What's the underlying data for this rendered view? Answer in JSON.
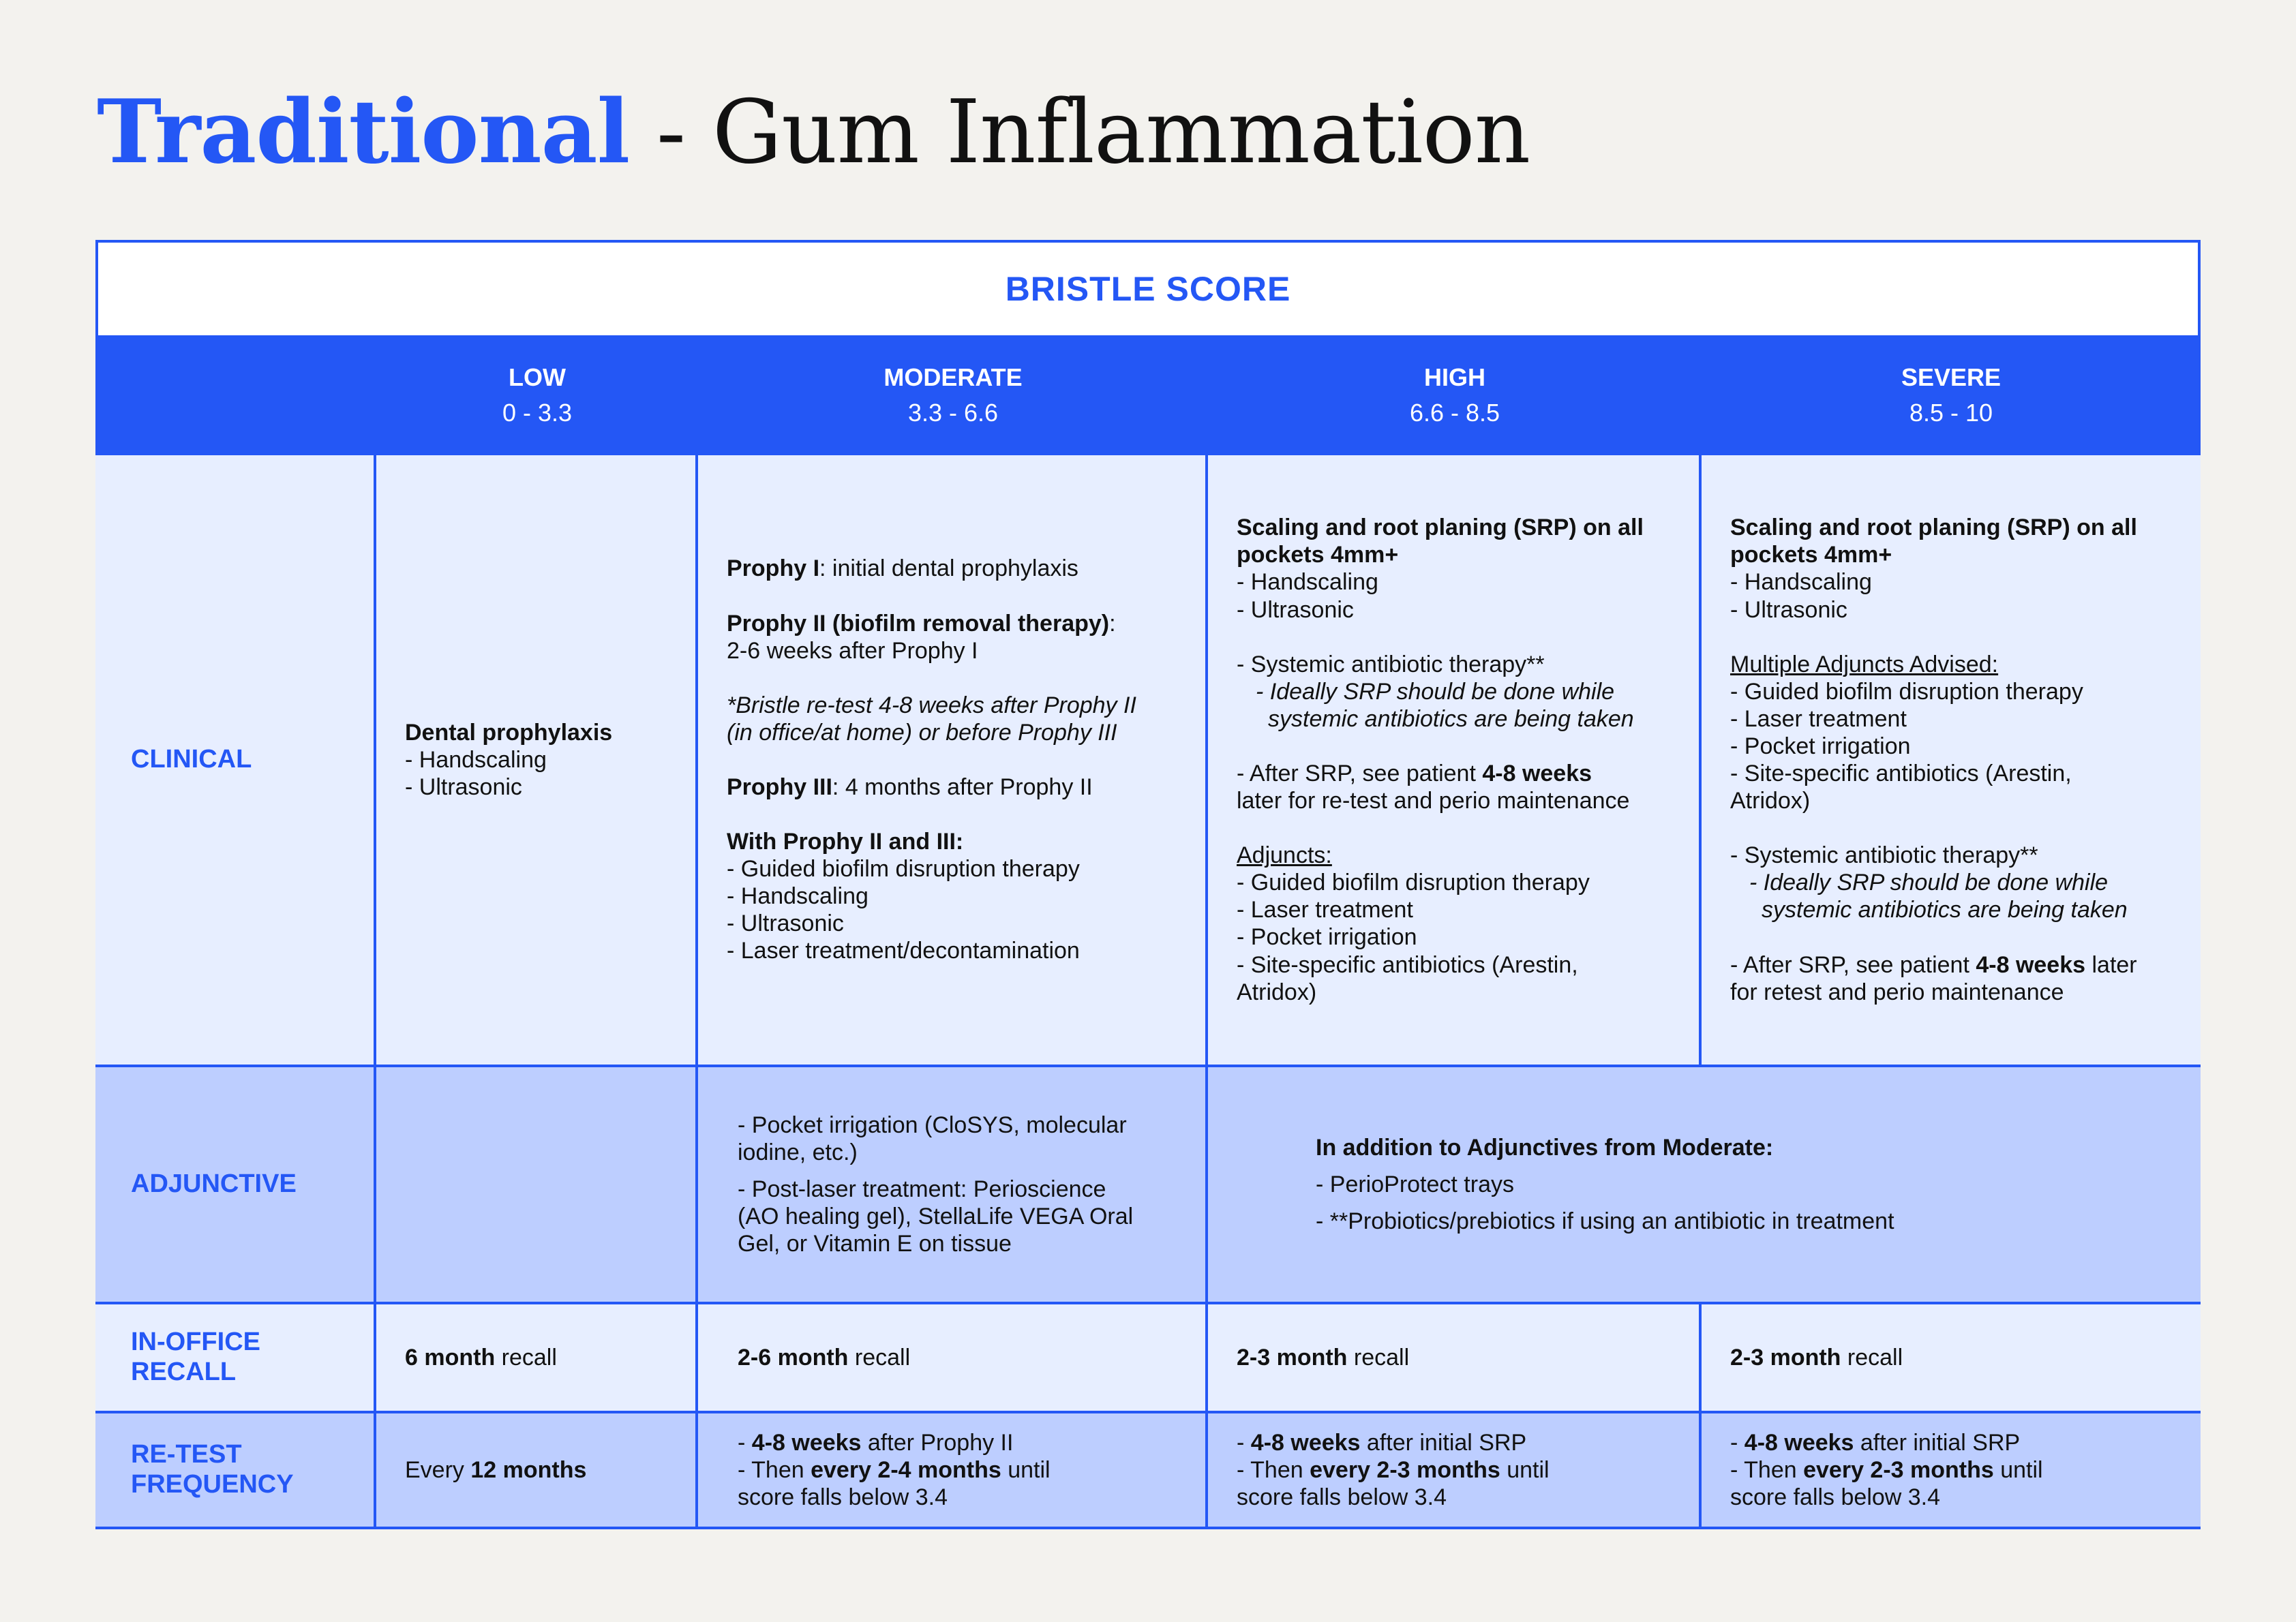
{
  "title": {
    "accent": "Traditional",
    "rest": " - Gum Inflammation"
  },
  "banner": "BRISTLE SCORE",
  "levels": [
    {
      "name": "LOW",
      "range": "0 - 3.3"
    },
    {
      "name": "MODERATE",
      "range": "3.3 - 6.6"
    },
    {
      "name": "HIGH",
      "range": "6.6 - 8.5"
    },
    {
      "name": "SEVERE",
      "range": "8.5 - 10"
    }
  ],
  "rows": {
    "clinical": "CLINICAL",
    "adjunctive": "ADJUNCTIVE",
    "recall": "IN-OFFICE RECALL",
    "retest": "RE-TEST FREQUENCY"
  },
  "clinical": {
    "low": {
      "title": "Dental prophylaxis",
      "items": [
        "- Handscaling",
        "- Ultrasonic"
      ]
    },
    "moderate": {
      "p1_bold": "Prophy I",
      "p1_text": ": initial dental prophylaxis",
      "p2_bold": "Prophy II (biofilm removal therapy)",
      "p2_text": ":",
      "p2_line2": "2-6 weeks after Prophy I",
      "note1": "*Bristle re-test 4-8 weeks after Prophy II",
      "note2": "(in office/at home) or before Prophy III",
      "p3_bold": "Prophy III",
      "p3_text": ": 4 months after Prophy II",
      "with_title": "With Prophy II and III:",
      "with_items": [
        "- Guided biofilm disruption therapy",
        "- Handscaling",
        "- Ultrasonic",
        "- Laser treatment/decontamination"
      ]
    },
    "high": {
      "srp1": "Scaling and root planing (SRP) on all",
      "srp2": "pockets 4mm+",
      "srp_items": [
        "- Handscaling",
        "- Ultrasonic"
      ],
      "systemic": "- Systemic antibiotic therapy**",
      "ideal1": "- Ideally SRP should be done while",
      "ideal2": "systemic antibiotics are being taken",
      "after_pre": "- After SRP, see patient ",
      "after_bold": "4-8 weeks",
      "after_line2": "later for re-test and perio maintenance",
      "adj_title": "Adjuncts:",
      "adj_items": [
        "- Guided biofilm disruption therapy",
        "- Laser treatment",
        "- Pocket irrigation",
        "- Site-specific antibiotics (Arestin,",
        "Atridox)"
      ]
    },
    "severe": {
      "srp1": "Scaling and root planing (SRP) on all",
      "srp2": "pockets 4mm+",
      "srp_items": [
        "- Handscaling",
        "- Ultrasonic"
      ],
      "multi_title": "Multiple Adjuncts Advised:",
      "multi_items": [
        "- Guided biofilm disruption therapy",
        "- Laser treatment",
        "- Pocket irrigation",
        "- Site-specific antibiotics (Arestin,",
        "Atridox)"
      ],
      "systemic": "- Systemic antibiotic therapy**",
      "ideal1": "- Ideally SRP should be done while",
      "ideal2": "systemic antibiotics are being taken",
      "after_pre": "- After SRP, see patient ",
      "after_bold": "4-8 weeks",
      "after_post": " later",
      "after_line2": "for retest and perio maintenance"
    }
  },
  "adjunctive": {
    "moderate": {
      "item1": [
        "- Pocket irrigation (CloSYS, molecular",
        "iodine, etc.)"
      ],
      "item2": [
        "- Post-laser treatment: Perioscience",
        "(AO healing gel), StellaLife VEGA Oral",
        "Gel, or Vitamin E on tissue"
      ]
    },
    "high_severe": {
      "title": "In addition to Adjunctives from Moderate:",
      "items": [
        "- PerioProtect trays",
        "- **Probiotics/prebiotics if using an antibiotic in treatment"
      ]
    }
  },
  "recall": {
    "low": {
      "bold": "6 month",
      "text": " recall"
    },
    "moderate": {
      "bold": "2-6 month",
      "text": " recall"
    },
    "high": {
      "bold": "2-3 month",
      "text": " recall"
    },
    "severe": {
      "bold": "2-3 month",
      "text": " recall"
    }
  },
  "retest": {
    "low": {
      "pre": "Every ",
      "bold": "12 months"
    },
    "moderate": {
      "l1_pre": "- ",
      "l1_bold": "4-8 weeks",
      "l1_post": " after Prophy II",
      "l2_pre": "- Then ",
      "l2_bold": "every 2-4 months",
      "l2_post": " until",
      "l3": "score falls below 3.4"
    },
    "high": {
      "l1_pre": "- ",
      "l1_bold": "4-8 weeks",
      "l1_post": " after initial SRP",
      "l2_pre": "- Then ",
      "l2_bold": "every 2-3 months",
      "l2_post": " until",
      "l3": "score falls below 3.4"
    },
    "severe": {
      "l1_pre": "- ",
      "l1_bold": "4-8 weeks",
      "l1_post": " after initial SRP",
      "l2_pre": "- Then ",
      "l2_bold": "every 2-3 months",
      "l2_post": " until",
      "l3": "score falls below 3.4"
    }
  },
  "colors": {
    "accent": "#2457F5",
    "row_light": "#E7EEFF",
    "row_dark": "#BDCEFF",
    "background": "#F3F2EE"
  }
}
